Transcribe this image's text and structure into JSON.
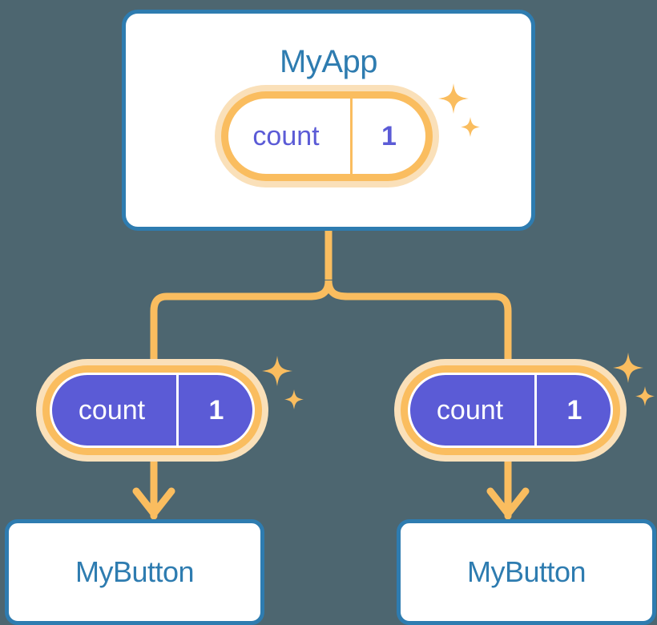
{
  "theme": {
    "background": "#4d6670",
    "card_border": "#2e7cb0",
    "card_fill": "#ffffff",
    "title_text": "#2e7cb0",
    "state_purple": "#5b5bd6",
    "ring_orange": "#fabd5f",
    "ring_orange_light": "#fae0b9",
    "connector_orange": "#fabd5f",
    "value_text_light": "#ffffff"
  },
  "diagram": {
    "type": "component-state-tree",
    "root": {
      "name": "root-card",
      "title": "MyApp",
      "state": {
        "key": "count",
        "value": "1"
      },
      "sparkle": "sparkle-icon"
    },
    "branches": [
      {
        "name": "branch-left",
        "state": {
          "key": "count",
          "value": "1"
        },
        "sparkle": "sparkle-icon",
        "arrow": "arrow-down-icon",
        "child": {
          "name": "child-card-left",
          "title": "MyButton"
        }
      },
      {
        "name": "branch-right",
        "state": {
          "key": "count",
          "value": "1"
        },
        "sparkle": "sparkle-icon",
        "arrow": "arrow-down-icon",
        "child": {
          "name": "child-card-right",
          "title": "MyButton"
        }
      }
    ]
  }
}
